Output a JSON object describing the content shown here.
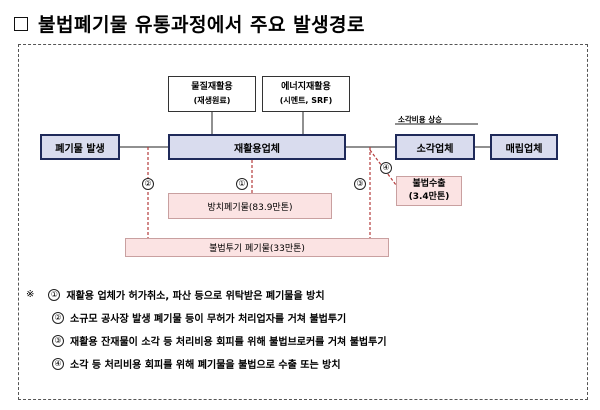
{
  "title": "불법폐기물 유통과정에서 주요 발생경로",
  "nodes": {
    "waste_gen": "폐기물 발생",
    "recycler": "재활용업체",
    "incinerator": "소각업체",
    "landfill": "매립업체",
    "material_recycle": {
      "main": "물질재활용",
      "sub": "(재생원료)"
    },
    "energy_recycle": {
      "main": "에너지재활용",
      "sub": "(시멘트, SRF)"
    },
    "neglected": "방치폐기물(83.9만톤)",
    "illegal_dump": "불법투기 폐기물(33만톤)",
    "illegal_export": {
      "main": "불법수출",
      "sub": "(3.4만톤)"
    }
  },
  "labels": {
    "cost_rise": "소각비용 상승",
    "c1": "①",
    "c2": "②",
    "c3": "③",
    "c4": "④"
  },
  "notes": {
    "mark": "※",
    "items": [
      {
        "num": "①",
        "text": "재활용 업체가 허가취소, 파산 등으로 위탁받은 폐기물을 방치"
      },
      {
        "num": "②",
        "text": "소규모 공사장 발생 폐기물 등이 무허가 처리업자를 거쳐 불법투기"
      },
      {
        "num": "③",
        "text": "재활용 잔재물이 소각 등 처리비용 회피를 위해 불법브로커를 거쳐 불법투기"
      },
      {
        "num": "④",
        "text": "소각 등 처리비용 회피를 위해 폐기물을 불법으로 수출 또는 방치"
      }
    ]
  },
  "colors": {
    "navy_border": "#1f2a5a",
    "navy_fill": "#d9dcee",
    "pink_fill": "#fbe3e3",
    "dash_red": "#b53b3b"
  }
}
